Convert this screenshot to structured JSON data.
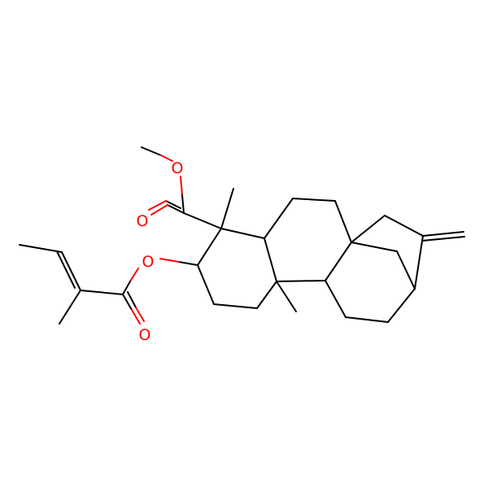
{
  "molecule": {
    "atoms": [
      {
        "id": "o_methoxy",
        "element": "O",
        "label": "O"
      },
      {
        "id": "o_ester_carbonyl",
        "element": "O",
        "label": "O"
      },
      {
        "id": "o_ester_link",
        "element": "O",
        "label": "O"
      },
      {
        "id": "o_angelate_carbonyl",
        "element": "O",
        "label": "O"
      }
    ],
    "colors": {
      "carbon_bond": "#000000",
      "oxygen": "#ff0000",
      "background": "#ffffff"
    }
  }
}
